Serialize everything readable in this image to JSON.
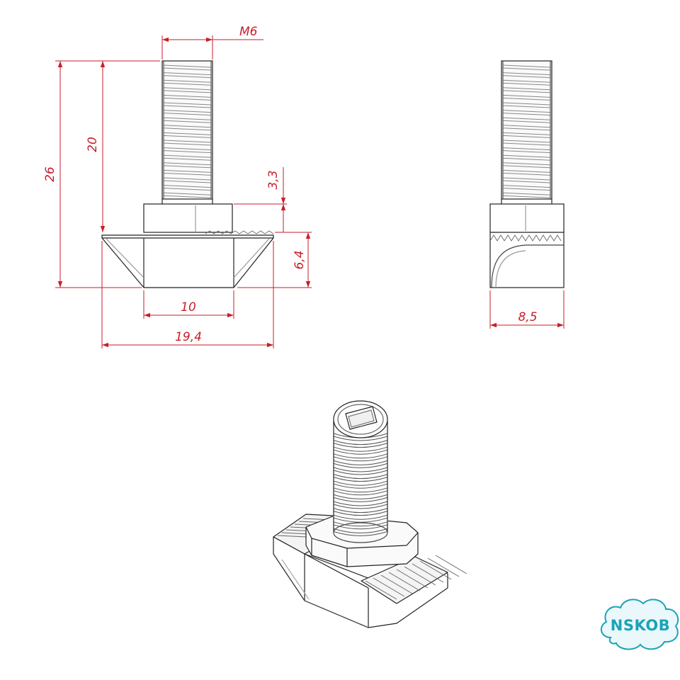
{
  "colors": {
    "dimension": "#c81e2a",
    "outline": "#222222",
    "thread_shade": "#8a8a8a",
    "watermark": "#1aa3b8",
    "watermark_fill": "#eaf8fb"
  },
  "front_view": {
    "thread_label": "M6",
    "total_height": "26",
    "bolt_length": "20",
    "head_height": "3,3",
    "nut_height": "6,4",
    "base_width": "10",
    "total_width": "19,4"
  },
  "side_view": {
    "width": "8,5"
  },
  "watermark": {
    "text": "NSKOB"
  }
}
